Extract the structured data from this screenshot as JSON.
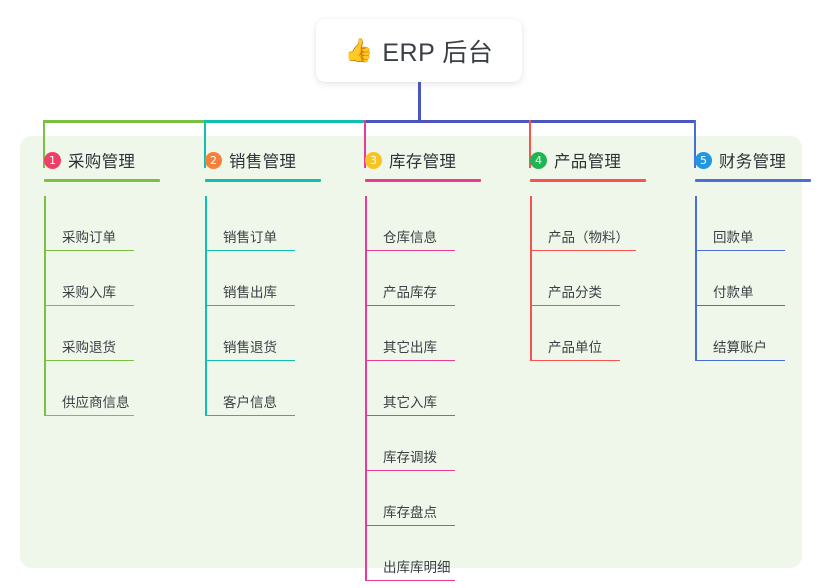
{
  "root": {
    "icon": "thumbs-up-icon",
    "emoji": "👍",
    "title": "ERP 后台"
  },
  "panel": {
    "background_color": "#eef7ea"
  },
  "connector": {
    "stem_color": "#4a55c0",
    "segments": [
      {
        "from": "col1",
        "to": "col2",
        "color": "#7ac143"
      },
      {
        "from": "col2",
        "to": "col3",
        "color": "#11bfae"
      },
      {
        "from": "col3",
        "to": "col5",
        "color": "#4a55c0"
      }
    ]
  },
  "columns": [
    {
      "number": "1",
      "title": "采购管理",
      "badge_color": "#ef3f66",
      "line_color": "#7ac143",
      "items": [
        {
          "label": "采购订单"
        },
        {
          "label": "采购入库"
        },
        {
          "label": "采购退货"
        },
        {
          "label": "供应商信息"
        }
      ]
    },
    {
      "number": "2",
      "title": "销售管理",
      "badge_color": "#f6803a",
      "line_color": "#11bfae",
      "items": [
        {
          "label": "销售订单"
        },
        {
          "label": "销售出库"
        },
        {
          "label": "销售退货"
        },
        {
          "label": "客户信息"
        }
      ]
    },
    {
      "number": "3",
      "title": "库存管理",
      "badge_color": "#f7c325",
      "line_color": "#ea3a95",
      "items": [
        {
          "label": "仓库信息"
        },
        {
          "label": "产品库存"
        },
        {
          "label": "其它出库"
        },
        {
          "label": "其它入库"
        },
        {
          "label": "库存调拨"
        },
        {
          "label": "库存盘点"
        },
        {
          "label": "出库库明细"
        }
      ]
    },
    {
      "number": "4",
      "title": "产品管理",
      "badge_color": "#21b453",
      "line_color": "#f9534f",
      "items": [
        {
          "label": "产品（物料）",
          "wide": true
        },
        {
          "label": "产品分类"
        },
        {
          "label": "产品单位"
        }
      ]
    },
    {
      "number": "5",
      "title": "财务管理",
      "badge_color": "#2196e3",
      "line_color": "#4a6fd0",
      "items": [
        {
          "label": "回款单"
        },
        {
          "label": "付款单"
        },
        {
          "label": "结算账户"
        }
      ]
    }
  ]
}
